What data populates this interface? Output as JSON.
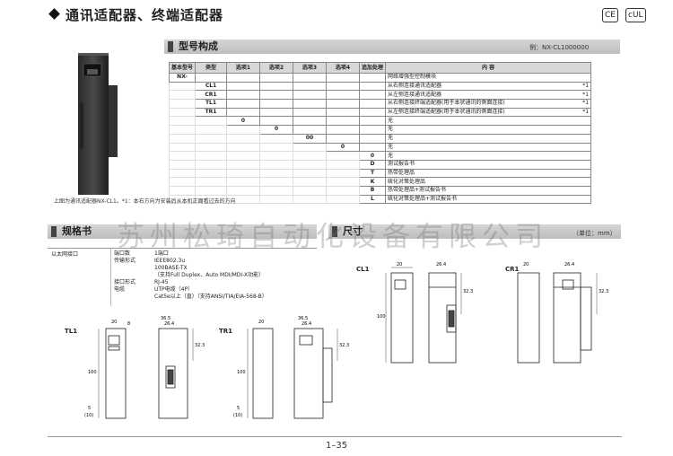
{
  "header": {
    "title": "通讯适配器、终端适配器",
    "cert_ce": "CE",
    "cert_cul": "cUL"
  },
  "model_section": {
    "heading": "型号构成",
    "example": "例：NX-CL1000000",
    "columns": [
      "基本型号",
      "类型",
      "选项1",
      "选项2",
      "选项3",
      "选项4",
      "追加处理",
      "内 容"
    ],
    "base_model": "NX-",
    "rows": [
      {
        "code": "",
        "desc": "网络增强型控制模块",
        "note": ""
      },
      {
        "code": "CL1",
        "desc": "从右侧连接通讯适配器",
        "note": "*1"
      },
      {
        "code": "CR1",
        "desc": "从左侧连接通讯适配器",
        "note": "*1"
      },
      {
        "code": "TL1",
        "desc": "从右侧连接终端适配器(用于本状通讯的侧面连接)",
        "note": "*1"
      },
      {
        "code": "TR1",
        "desc": "从左侧连接终端适配器(用于本状通讯的侧面连接)",
        "note": "*1"
      },
      {
        "code": "0",
        "desc": "无",
        "note": ""
      },
      {
        "code": "0",
        "desc": "无",
        "note": ""
      },
      {
        "code": "00",
        "desc": "无",
        "note": ""
      },
      {
        "code": "0",
        "desc": "无",
        "note": ""
      },
      {
        "code": "0",
        "desc": "无",
        "note": ""
      },
      {
        "code": "D",
        "desc": "测试报告书",
        "note": ""
      },
      {
        "code": "T",
        "desc": "热带处理品",
        "note": ""
      },
      {
        "code": "K",
        "desc": "硫化对策处理品",
        "note": ""
      },
      {
        "code": "B",
        "desc": "热带处理品+测试报告书",
        "note": ""
      },
      {
        "code": "L",
        "desc": "硫化对策处理品+测试报告书",
        "note": ""
      }
    ],
    "caption": "上图为通讯适配器NX-CL1。*1：本右方向为安装后从本机正面看过去的方向"
  },
  "spec_section": {
    "heading": "规格书",
    "group": "以太网接口",
    "rows": [
      {
        "label": "端口数",
        "value": "1端口"
      },
      {
        "label": "传输形式",
        "value": "IEEE802.3u"
      },
      {
        "label": "",
        "value": "100BASE-TX"
      },
      {
        "label": "",
        "value": "（支持Full Duplex、Auto MDI/MDI-X功能）"
      },
      {
        "label": "接口形式",
        "value": "RJ-45"
      },
      {
        "label": "电缆",
        "value": "UTP电缆（4P）"
      },
      {
        "label": "",
        "value": "Cat5e以上（直）（支持ANSI/TIA/EIA-568-B）"
      }
    ]
  },
  "dim_section": {
    "heading": "尺寸",
    "unit": "（单位：mm）",
    "models": [
      "CL1",
      "CR1",
      "TL1",
      "TR1"
    ],
    "dims": {
      "w20": "20",
      "w264": "26.4",
      "w365": "36.5",
      "h100": "100",
      "h323": "32.3",
      "h5": "5",
      "h10": "(10)",
      "h8": "8"
    }
  },
  "watermark": "苏州松琦自动化设备有限公司",
  "footer": {
    "page": "1–35"
  }
}
